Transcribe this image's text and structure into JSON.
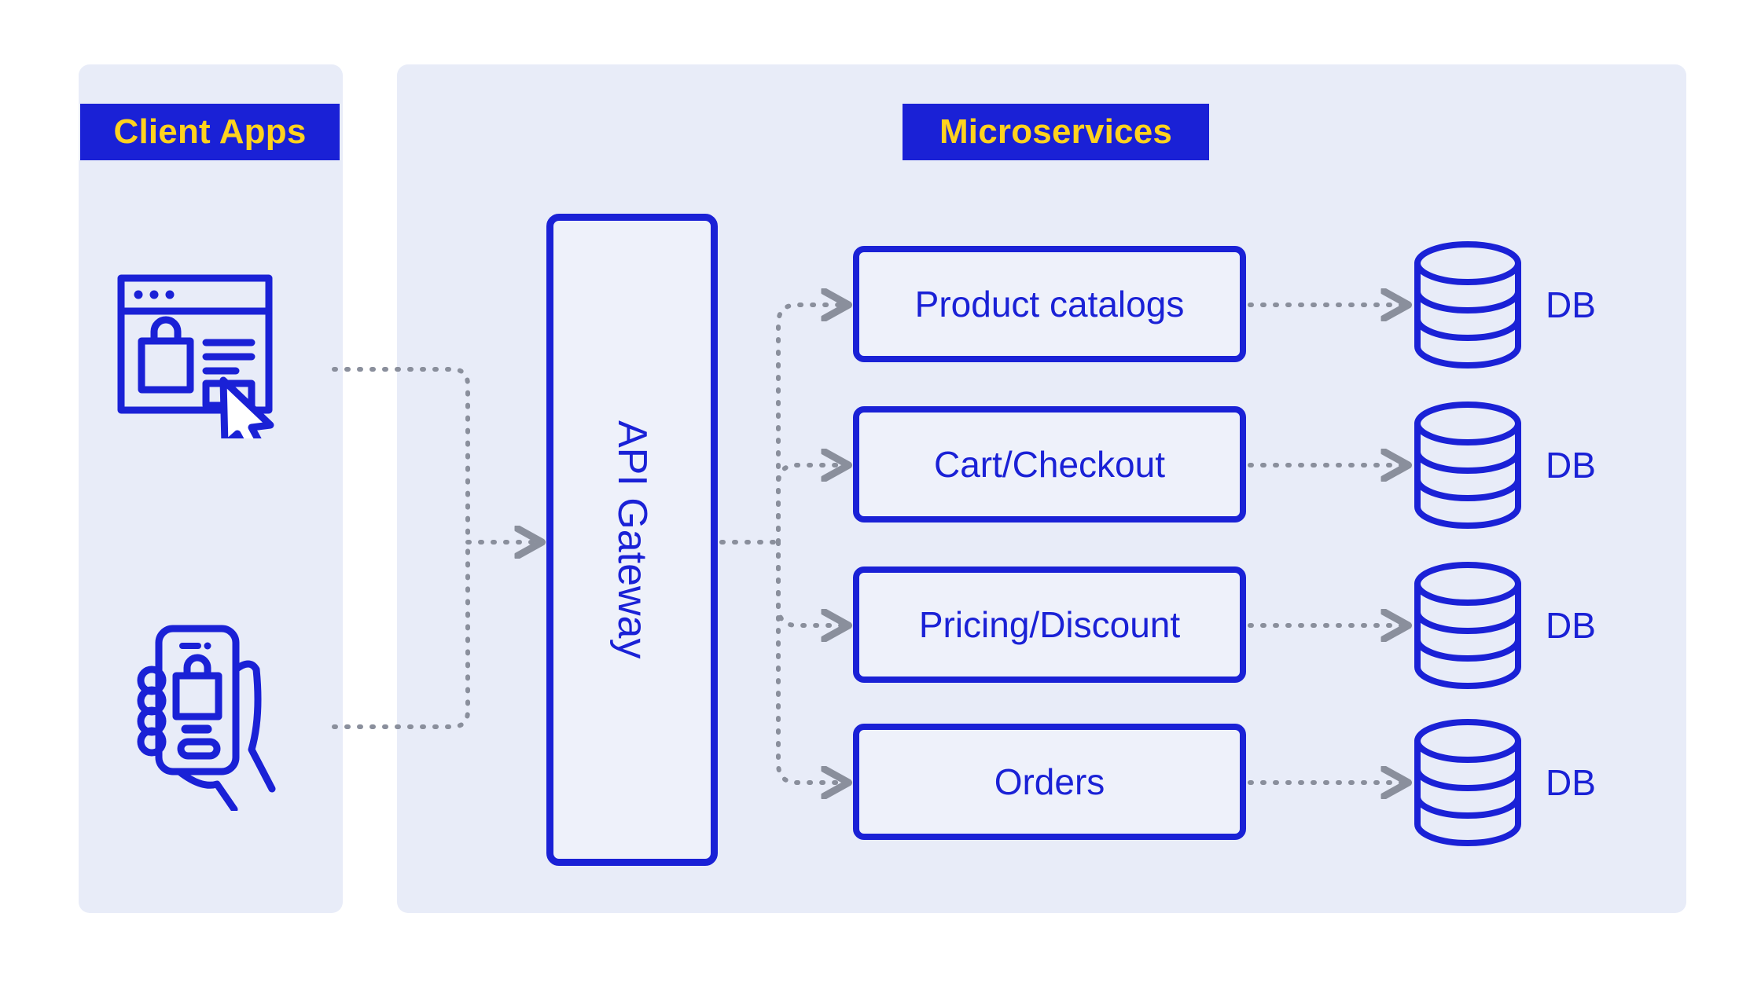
{
  "colors": {
    "brand_blue": "#1a21d6",
    "accent_yellow": "#ffd21e",
    "panel_bg": "#e8ecf8",
    "box_fill": "#eef1fa",
    "wire_gray": "#8a8f9c",
    "page_bg": "#ffffff"
  },
  "sections": {
    "client": {
      "banner": "Client Apps"
    },
    "services": {
      "banner": "Microservices"
    }
  },
  "gateway": {
    "label": "API Gateway"
  },
  "client_apps": [
    {
      "name": "web-browser-storefront",
      "icon": "browser-shopping-cursor-icon"
    },
    {
      "name": "mobile-app-storefront",
      "icon": "hand-holding-phone-shopping-icon"
    }
  ],
  "services": [
    {
      "label": "Product catalogs",
      "db": "DB"
    },
    {
      "label": "Cart/Checkout",
      "db": "DB"
    },
    {
      "label": "Pricing/Discount",
      "db": "DB"
    },
    {
      "label": "Orders",
      "db": "DB"
    }
  ],
  "flow": {
    "clients_to_gateway": "Client apps connect into the API Gateway via a merged dotted path",
    "gateway_to_services": "API Gateway fans out with dotted arrows to four microservices",
    "service_to_db": "Each microservice connects with a dotted arrow to its own database"
  }
}
